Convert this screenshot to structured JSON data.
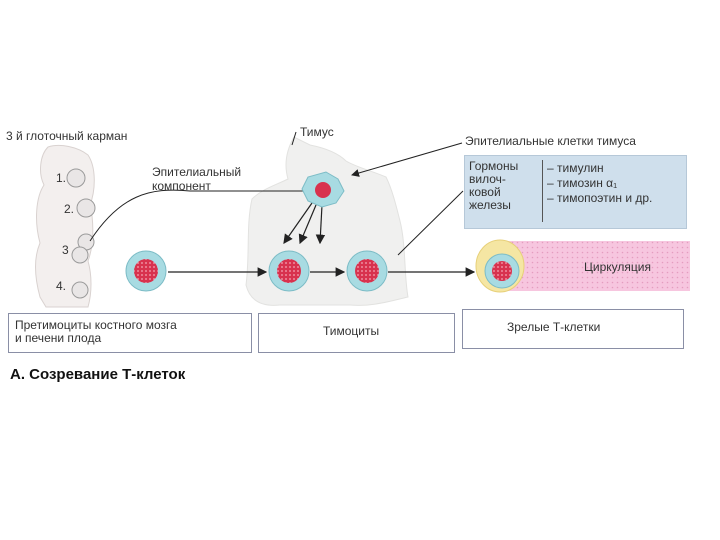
{
  "labels": {
    "pouch": "3 й глоточный карман",
    "thymus": "Тимус",
    "epithelial_component": [
      "Эпителиальный",
      "компонент"
    ],
    "epithelial_cells": "Эпителиальные клетки тимуса",
    "circulation": "Циркуляция",
    "pouch_numbers": [
      "1.",
      "2.",
      "3",
      "4."
    ]
  },
  "hormones": {
    "heading": [
      "Гормоны",
      "вилоч-",
      "ковой",
      "железы"
    ],
    "items": [
      "– тимулин",
      "– тимозин α₁",
      "– тимопоэтин и др."
    ]
  },
  "stages": {
    "precursors": [
      "Претимоциты костного мозга",
      "и печени плода"
    ],
    "thymocytes": "Тимоциты",
    "mature": "Зрелые Т-клетки"
  },
  "caption": "А. Созревание Т-клеток",
  "colors": {
    "cell_outer": "#a8dbe2",
    "cell_inner": "#d8324e",
    "thymus_fill": "#f0f0ef",
    "vessel_fill": "#f7c6df",
    "hormone_box": "#cfdfec"
  }
}
